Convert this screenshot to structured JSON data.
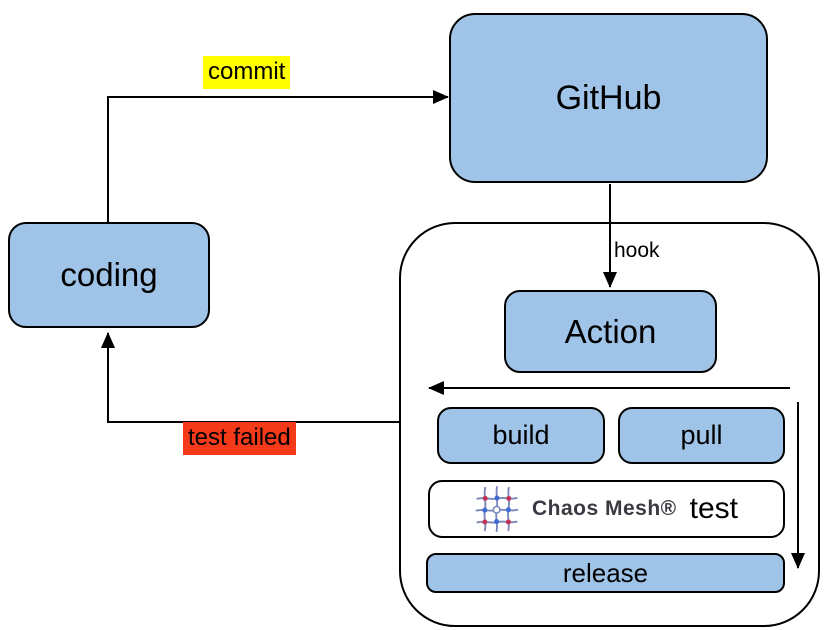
{
  "diagram": {
    "nodes": {
      "coding": {
        "label": "coding"
      },
      "github": {
        "label": "GitHub"
      },
      "action": {
        "label": "Action"
      },
      "build": {
        "label": "build"
      },
      "pull": {
        "label": "pull"
      },
      "chaos_test": {
        "brand": "Chaos Mesh®",
        "label": "test"
      },
      "release": {
        "label": "release"
      }
    },
    "edges": {
      "commit": {
        "label": "commit"
      },
      "hook": {
        "label": "hook"
      },
      "test_failed": {
        "label": "test failed"
      },
      "pipeline_return": {
        "label": ""
      },
      "pipeline_flow": {
        "label": ""
      }
    },
    "icons": {
      "chaos_mesh_logo": "chaos-mesh-logo"
    },
    "colors": {
      "node_fill": "#a0c4e8",
      "node_border": "#000000",
      "container_fill": "#ffffff",
      "arrow": "#000000",
      "commit_highlight": "#ffff00",
      "test_failed_highlight": "#f43a19",
      "logo_line": "#7b87bb",
      "logo_dot_red": "#c0345c",
      "logo_dot_blue": "#3e6cd3"
    }
  }
}
